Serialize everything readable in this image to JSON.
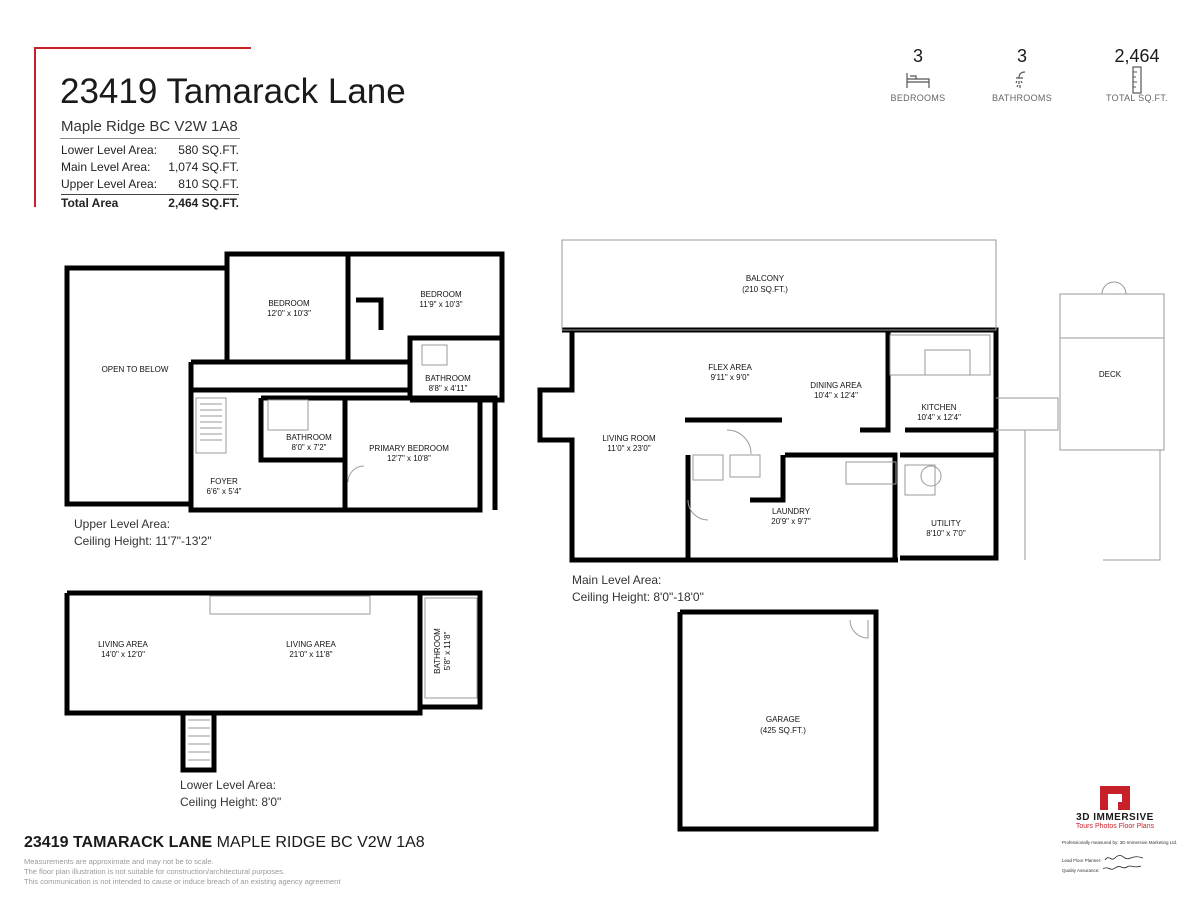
{
  "header": {
    "title": "23419 Tamarack Lane",
    "subtitle": "Maple Ridge BC V2W 1A8",
    "areas": [
      {
        "label": "Lower Level Area:",
        "value": "580 SQ.FT."
      },
      {
        "label": "Main Level Area:",
        "value": "1,074 SQ.FT."
      },
      {
        "label": "Upper Level Area:",
        "value": "810 SQ.FT."
      }
    ],
    "total": {
      "label": "Total Area",
      "value": "2,464 SQ.FT."
    },
    "accent_color": "#c8202a"
  },
  "stats": [
    {
      "value": "3",
      "label": "BEDROOMS",
      "icon": "bed-icon"
    },
    {
      "value": "3",
      "label": "BATHROOMS",
      "icon": "shower-icon"
    },
    {
      "value": "2,464",
      "label": "TOTAL SQ.FT.",
      "icon": "ruler-icon"
    }
  ],
  "upper_level": {
    "rooms": {
      "open_below": {
        "name": "OPEN TO BELOW"
      },
      "bedroom1": {
        "name": "BEDROOM",
        "dim": "12'0\" x 10'3\""
      },
      "bedroom2": {
        "name": "BEDROOM",
        "dim": "11'9\" x 10'3\""
      },
      "bath_a": {
        "name": "BATHROOM",
        "dim": "8'8\" x 4'11\""
      },
      "bath_b": {
        "name": "BATHROOM",
        "dim": "8'0\" x 7'2\""
      },
      "primary": {
        "name": "PRIMARY BEDROOM",
        "dim": "12'7\" x 10'8\""
      },
      "foyer": {
        "name": "FOYER",
        "dim": "6'6\" x 5'4\""
      }
    },
    "label": "Upper Level Area:",
    "ceiling": "Ceiling Height: 11'7\"-13'2\""
  },
  "main_level": {
    "rooms": {
      "balcony": {
        "name": "BALCONY",
        "dim": "(210 SQ.FT.)"
      },
      "flex": {
        "name": "FLEX AREA",
        "dim": "9'11\" x 9'0\""
      },
      "dining": {
        "name": "DINING AREA",
        "dim": "10'4\" x 12'4\""
      },
      "kitchen": {
        "name": "KITCHEN",
        "dim": "10'4\" x 12'4\""
      },
      "living": {
        "name": "LIVING ROOM",
        "dim": "11'0\" x 23'0\""
      },
      "laundry": {
        "name": "LAUNDRY",
        "dim": "20'9\" x 9'7\""
      },
      "utility": {
        "name": "UTILITY",
        "dim": "8'10\" x 7'0\""
      },
      "deck": {
        "name": "DECK"
      }
    },
    "label": "Main Level Area:",
    "ceiling": "Ceiling Height: 8'0\"-18'0\""
  },
  "lower_level": {
    "rooms": {
      "living1": {
        "name": "LIVING AREA",
        "dim": "14'0\" x 12'0\""
      },
      "living2": {
        "name": "LIVING AREA",
        "dim": "21'0\" x 11'8\""
      },
      "bath": {
        "name": "BATHROOM",
        "dim": "5'8\" x 11'8\""
      }
    },
    "label": "Lower Level Area:",
    "ceiling": "Ceiling Height: 8'0\""
  },
  "garage": {
    "name": "GARAGE",
    "dim": "(425 SQ.FT.)"
  },
  "footer": {
    "address_bold": "23419 TAMARACK LANE",
    "address_rest": " MAPLE RIDGE BC V2W 1A8",
    "disclaimer": [
      "Measurements are approximate and may not be to scale.",
      "The floor plan illustration is not suitable for construction/architectural purposes.",
      "This communication is not intended to cause or induce breach of an existing agency agreement"
    ]
  },
  "brand": {
    "name": "3D IMMERSIVE",
    "tagline": "Tours Photos Floor Plans",
    "measured_by": "Professionally measured by: 3D Immersive Marketing Ltd.",
    "lead_planner": "Lead Floor Planner:",
    "qa": "Quality Assurance:",
    "color": "#c8202a"
  }
}
